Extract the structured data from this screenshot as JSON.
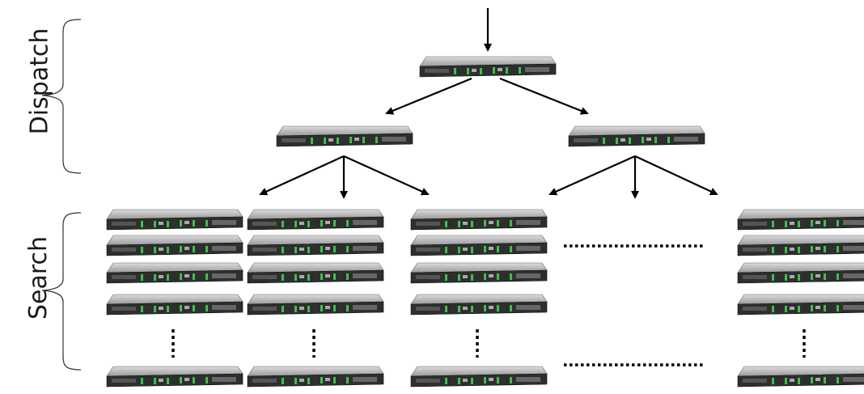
{
  "labels": {
    "dispatch": "Dispatch",
    "search": "Search"
  },
  "structure": {
    "dispatch_tiers": [
      1,
      2
    ],
    "search_columns": 4,
    "search_servers_per_column_visible": 5,
    "dispatch_children_per_node": 3
  },
  "colors": {
    "server_body": "#3a3a3a",
    "server_top": "#c8c8c8",
    "server_led": "#3fbf4a",
    "arrow": "#000000"
  },
  "icons": {
    "server": "server-rack-icon",
    "ellipsis": "ellipsis-dots"
  }
}
